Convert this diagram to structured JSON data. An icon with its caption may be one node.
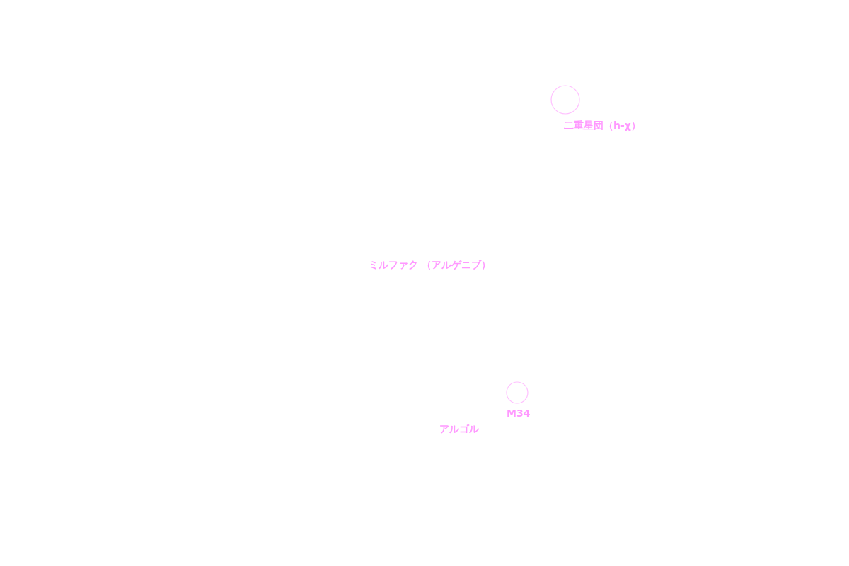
{
  "diagram": {
    "nodes": [
      {
        "text": [
          "二重星団（h-χ）"
        ]
      },
      {
        "text": [
          "M34"
        ]
      }
    ],
    "labels": [
      "ミルファク （アルゲニブ）",
      "アルゴル"
    ]
  }
}
